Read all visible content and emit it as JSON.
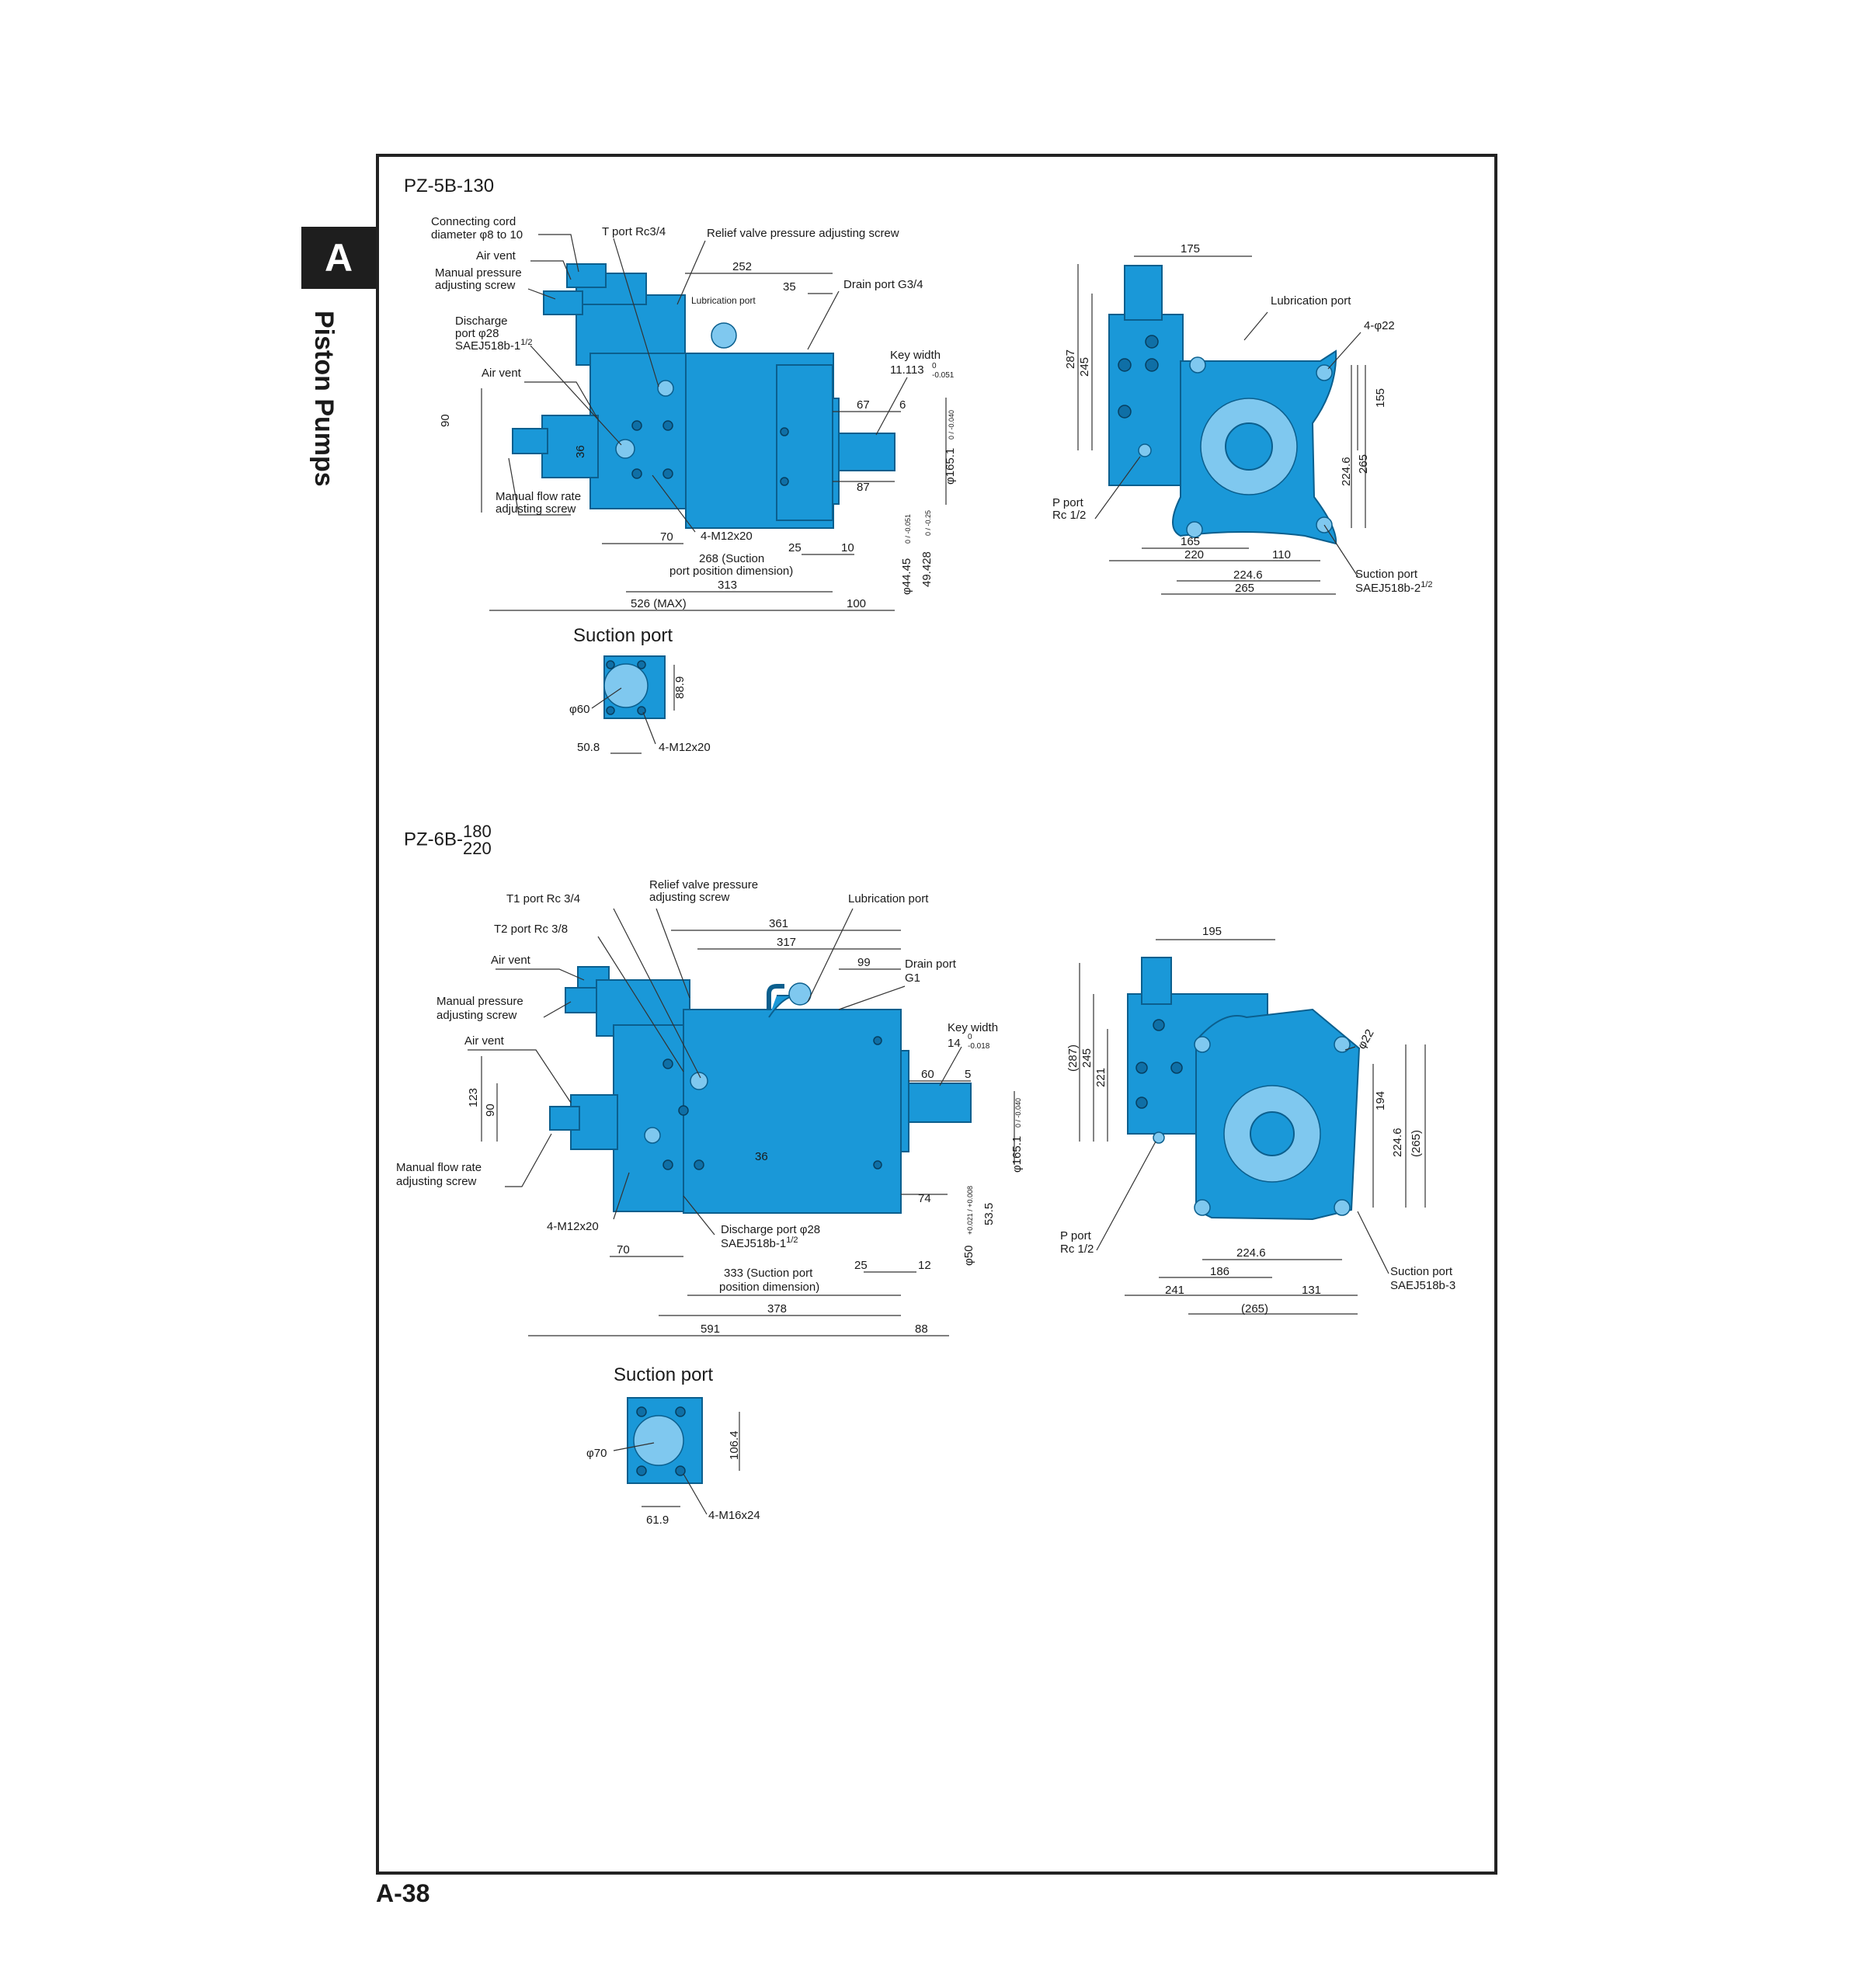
{
  "side_tab": {
    "letter": "A",
    "title": "Piston Pumps"
  },
  "page_number": "A-38",
  "pz5": {
    "title": "PZ-5B-130",
    "labels": {
      "connecting_cord_1": "Connecting cord",
      "connecting_cord_2": "diameter φ8 to 10",
      "t_port": "T port Rc3/4",
      "relief_valve": "Relief valve pressure adjusting screw",
      "air_vent_top": "Air vent",
      "manual_pressure_1": "Manual pressure",
      "manual_pressure_2": "adjusting screw",
      "lubrication_port_small": "Lubrication port",
      "drain_port": "Drain port G3/4",
      "discharge_1": "Discharge",
      "discharge_2": "port φ28",
      "discharge_3": "SAEJ518b-1",
      "discharge_3_sup": "1/2",
      "air_vent_mid": "Air vent",
      "key_width_1": "Key width",
      "key_width_2": "11.113",
      "key_width_tol_up": "0",
      "key_width_tol_lo": "-0.051",
      "manual_flow_1": "Manual flow rate",
      "manual_flow_2": "adjusting screw",
      "bolts": "4-M12x20",
      "suction_pos_1": "268 (Suction",
      "suction_pos_2": "port position dimension)",
      "shaft_dia": "φ44.45",
      "shaft_dia_tol": "0 / -0.051",
      "key_depth": "49.428",
      "key_depth_tol": "0 / -0.25",
      "pilot_dia": "φ165.1",
      "pilot_tol": "0 / -0.040"
    },
    "dims": {
      "d252": "252",
      "d35": "35",
      "d67": "67",
      "d6": "6",
      "d87": "87",
      "d90": "90",
      "d36": "36",
      "d70": "70",
      "d25": "25",
      "d10": "10",
      "d313": "313",
      "d526": "526 (MAX)",
      "d100": "100"
    },
    "end_view": {
      "d175": "175",
      "d287": "287",
      "d245": "245",
      "lubrication_port": "Lubrication port",
      "holes": "4-φ22",
      "d155": "155",
      "d224_6_v": "224.6",
      "d265_v": "265",
      "p_port_1": "P port",
      "p_port_2": "Rc 1/2",
      "d165": "165",
      "d220": "220",
      "d110": "110",
      "d224_6": "224.6",
      "d265": "265",
      "suction_port_1": "Suction port",
      "suction_port_2": "SAEJ518b-2",
      "suction_port_2_sup": "1/2"
    },
    "suction_port": {
      "title": "Suction port",
      "dia": "φ60",
      "d88_9": "88.9",
      "d50_8": "50.8",
      "bolts": "4-M12x20"
    }
  },
  "pz6": {
    "title_prefix": "PZ-6B-",
    "title_top": "180",
    "title_bottom": "220",
    "labels": {
      "relief_valve_1": "Relief valve pressure",
      "relief_valve_2": "adjusting screw",
      "t1_port": "T1 port  Rc  3/4",
      "t2_port": "T2 port  Rc  3/8",
      "lubrication_port": "Lubrication port",
      "air_vent_top": "Air vent",
      "drain_port_1": "Drain port",
      "drain_port_2": "G1",
      "manual_pressure_1": "Manual pressure",
      "manual_pressure_2": "adjusting screw",
      "key_width_1": "Key width",
      "key_width_2": "14",
      "key_width_tol_up": "0",
      "key_width_tol_lo": "-0.018",
      "air_vent_mid": "Air vent",
      "manual_flow_1": "Manual flow rate",
      "manual_flow_2": "adjusting screw",
      "bolts": "4-M12x20",
      "discharge_1": "Discharge port φ28",
      "discharge_2": "SAEJ518b-1",
      "discharge_2_sup": "1/2",
      "suction_pos_1": "333 (Suction port",
      "suction_pos_2": "position dimension)",
      "shaft_dia": "φ50",
      "shaft_dia_tol": "+0.021 / +0.008",
      "key_depth": "53.5",
      "pilot_dia": "φ165.1",
      "pilot_tol": "0 / -0.040"
    },
    "dims": {
      "d361": "361",
      "d317": "317",
      "d99": "99",
      "d60": "60",
      "d5": "5",
      "d123": "123",
      "d90": "90",
      "d36": "36",
      "d74": "74",
      "d70": "70",
      "d25": "25",
      "d12": "12",
      "d378": "378",
      "d591": "591",
      "d88": "88"
    },
    "end_view": {
      "d195": "195",
      "d287": "(287)",
      "d245": "245",
      "d221": "221",
      "holes": "φ22",
      "d194": "194",
      "d224_6_v": "224.6",
      "d265_v": "(265)",
      "p_port_1": "P port",
      "p_port_2": "Rc  1/2",
      "d224_6": "224.6",
      "d186": "186",
      "d241": "241",
      "d131": "131",
      "d265": "(265)",
      "suction_port_1": "Suction port",
      "suction_port_2": "SAEJ518b-3"
    },
    "suction_port": {
      "title": "Suction port",
      "dia": "φ70",
      "d106_4": "106.4",
      "d61_9": "61.9",
      "bolts": "4-M16x24"
    }
  },
  "colors": {
    "pump_body": "#1a98d8",
    "pump_outline": "#0b5f8e",
    "frame": "#222222"
  }
}
